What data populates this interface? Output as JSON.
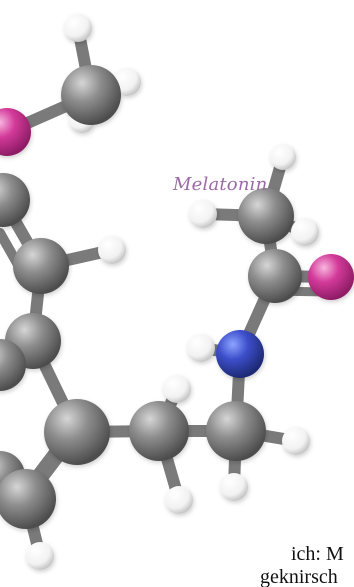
{
  "figure": {
    "caption": "Melatonin",
    "caption_color": "#9b6aa6",
    "atom_colors": {
      "carbon": "#7f7f7f",
      "hydrogen": "#ffffff",
      "oxygen": "#d33a9a",
      "nitrogen": "#26389a"
    },
    "bond_color": "#7a7a7a"
  },
  "text_fragments": {
    "line_1": "ich: M",
    "line_2": "geknirsch"
  }
}
